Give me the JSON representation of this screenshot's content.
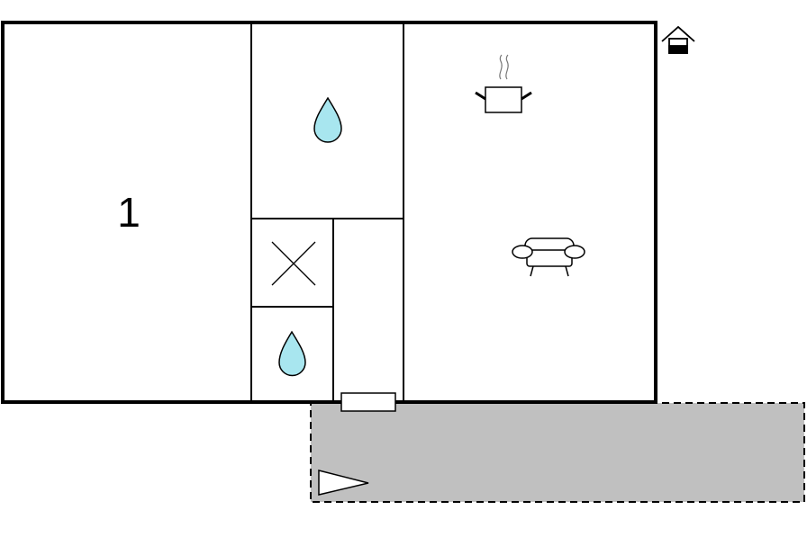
{
  "floorplan": {
    "rooms": [
      {
        "id": "bedroom",
        "label": "1"
      },
      {
        "id": "bathroom-upper",
        "label": ""
      },
      {
        "id": "toilet-room",
        "label": ""
      },
      {
        "id": "bathroom-lower",
        "label": ""
      },
      {
        "id": "hallway",
        "label": ""
      },
      {
        "id": "living-kitchen",
        "label": ""
      },
      {
        "id": "terrace",
        "label": ""
      }
    ],
    "icons": [
      {
        "name": "water-drop-icon",
        "room": "bathroom-upper"
      },
      {
        "name": "cross-icon",
        "room": "toilet-room"
      },
      {
        "name": "water-drop-icon",
        "room": "bathroom-lower"
      },
      {
        "name": "cooking-pot-icon",
        "room": "living-kitchen"
      },
      {
        "name": "sofa-icon",
        "room": "living-kitchen"
      },
      {
        "name": "house-entrance-icon",
        "room": "exterior"
      },
      {
        "name": "direction-arrow-icon",
        "room": "terrace"
      }
    ],
    "colors": {
      "wall": "#000000",
      "water": "#a8e6ef",
      "terrace_fill": "#c0c0c0",
      "terrace_border": "#000000",
      "background": "#ffffff"
    }
  }
}
